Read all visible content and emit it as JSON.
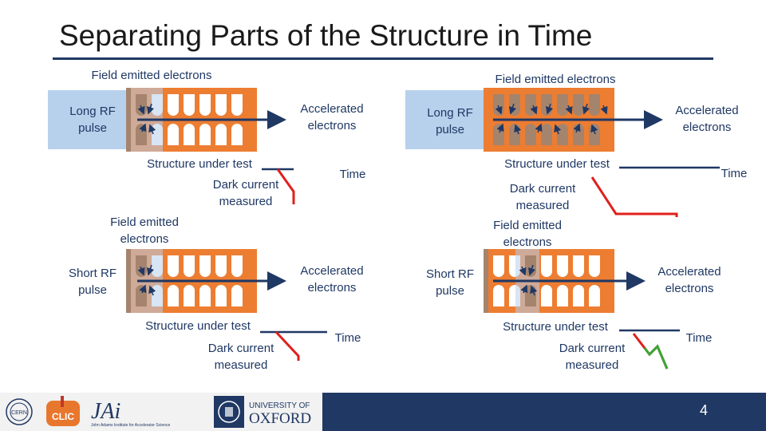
{
  "title": "Separating Parts of the Structure in Time",
  "panels": {
    "top_left": {
      "field_emitted": "Field emitted electrons",
      "rf_pulse": "Long RF\npulse",
      "accelerated": "Accelerated\nelectrons",
      "structure": "Structure under test",
      "dark_current": "Dark current\nmeasured",
      "time": "Time"
    },
    "top_right": {
      "field_emitted": "Field emitted electrons",
      "rf_pulse": "Long RF\npulse",
      "accelerated": "Accelerated\nelectrons",
      "structure": "Structure under test",
      "dark_current": "Dark current\nmeasured",
      "time": "Time"
    },
    "bottom_left": {
      "field_emitted": "Field emitted\nelectrons",
      "rf_pulse": "Short RF\npulse",
      "accelerated": "Accelerated\nelectrons",
      "structure": "Structure under test",
      "dark_current": "Dark current\nmeasured",
      "time": "Time"
    },
    "bottom_right": {
      "field_emitted": "Field emitted\nelectrons",
      "rf_pulse": "Short RF\npulse",
      "accelerated": "Accelerated\nelectrons",
      "structure": "Structure under test",
      "dark_current": "Dark current\nmeasured",
      "time": "Time"
    }
  },
  "footer": {
    "page_number": "4",
    "logos": [
      "CERN",
      "CLIC",
      "John Adams Institute for Accelerator Science",
      "University of Oxford"
    ],
    "oxford_line1": "UNIVERSITY OF",
    "oxford_line2": "OXFORD",
    "jai_text": "JAi",
    "jai_sub": "John Adams Institute for Accelerator Science",
    "cern_text": "CERN",
    "clic_text": "CLIC"
  },
  "colors": {
    "structure_orange": "#ed7d31",
    "cell_brown": "#a5846e",
    "rf_blue": "#b7d0ec",
    "beam_navy": "#1f3864",
    "dark_current_red": "#e0201c",
    "pulse_green": "#3aa635"
  }
}
